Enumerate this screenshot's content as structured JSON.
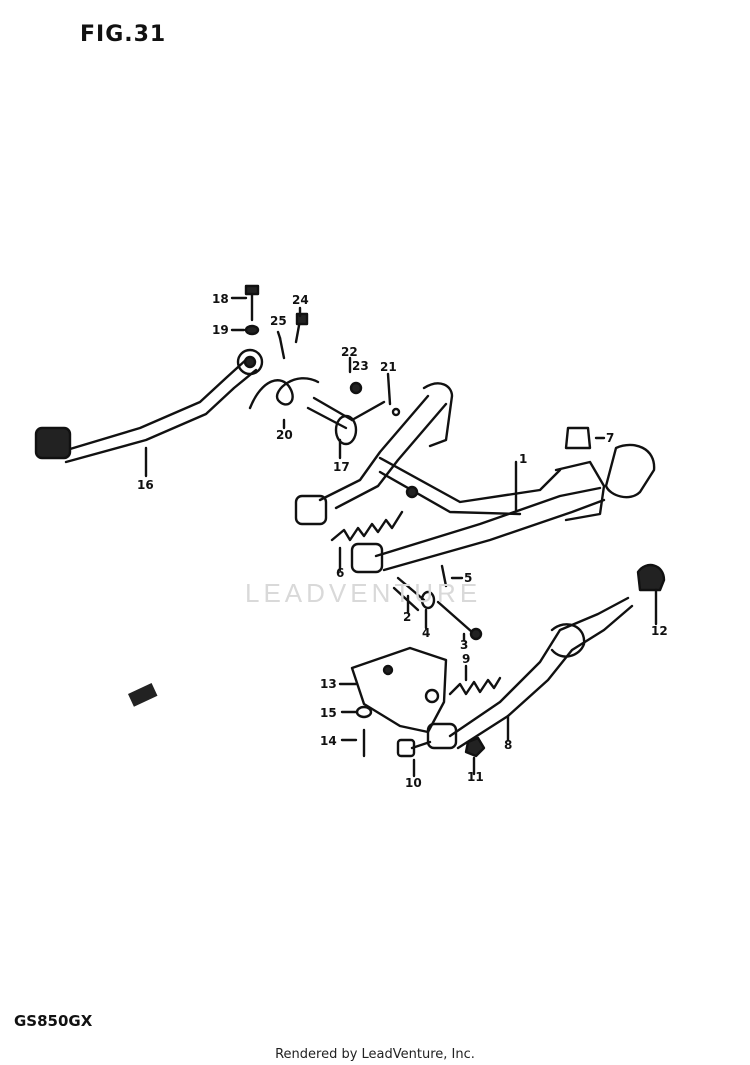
{
  "figure": {
    "title": "FIG.31",
    "model": "GS850GX",
    "footer": "Rendered by LeadVenture, Inc.",
    "watermark": "LEADVENTURE"
  },
  "callouts": [
    {
      "id": "c1",
      "label": "1"
    },
    {
      "id": "c2",
      "label": "2"
    },
    {
      "id": "c3",
      "label": "3"
    },
    {
      "id": "c4",
      "label": "4"
    },
    {
      "id": "c5",
      "label": "5"
    },
    {
      "id": "c6",
      "label": "6"
    },
    {
      "id": "c7",
      "label": "7"
    },
    {
      "id": "c8",
      "label": "8"
    },
    {
      "id": "c9",
      "label": "9"
    },
    {
      "id": "c10",
      "label": "10"
    },
    {
      "id": "c11",
      "label": "11"
    },
    {
      "id": "c12",
      "label": "12"
    },
    {
      "id": "c13",
      "label": "13"
    },
    {
      "id": "c14",
      "label": "14"
    },
    {
      "id": "c15",
      "label": "15"
    },
    {
      "id": "c16",
      "label": "16"
    },
    {
      "id": "c17",
      "label": "17"
    },
    {
      "id": "c18",
      "label": "18"
    },
    {
      "id": "c19",
      "label": "19"
    },
    {
      "id": "c20",
      "label": "20"
    },
    {
      "id": "c21",
      "label": "21"
    },
    {
      "id": "c22",
      "label": "22"
    },
    {
      "id": "c23",
      "label": "23"
    },
    {
      "id": "c24",
      "label": "24"
    },
    {
      "id": "c25",
      "label": "25"
    }
  ]
}
